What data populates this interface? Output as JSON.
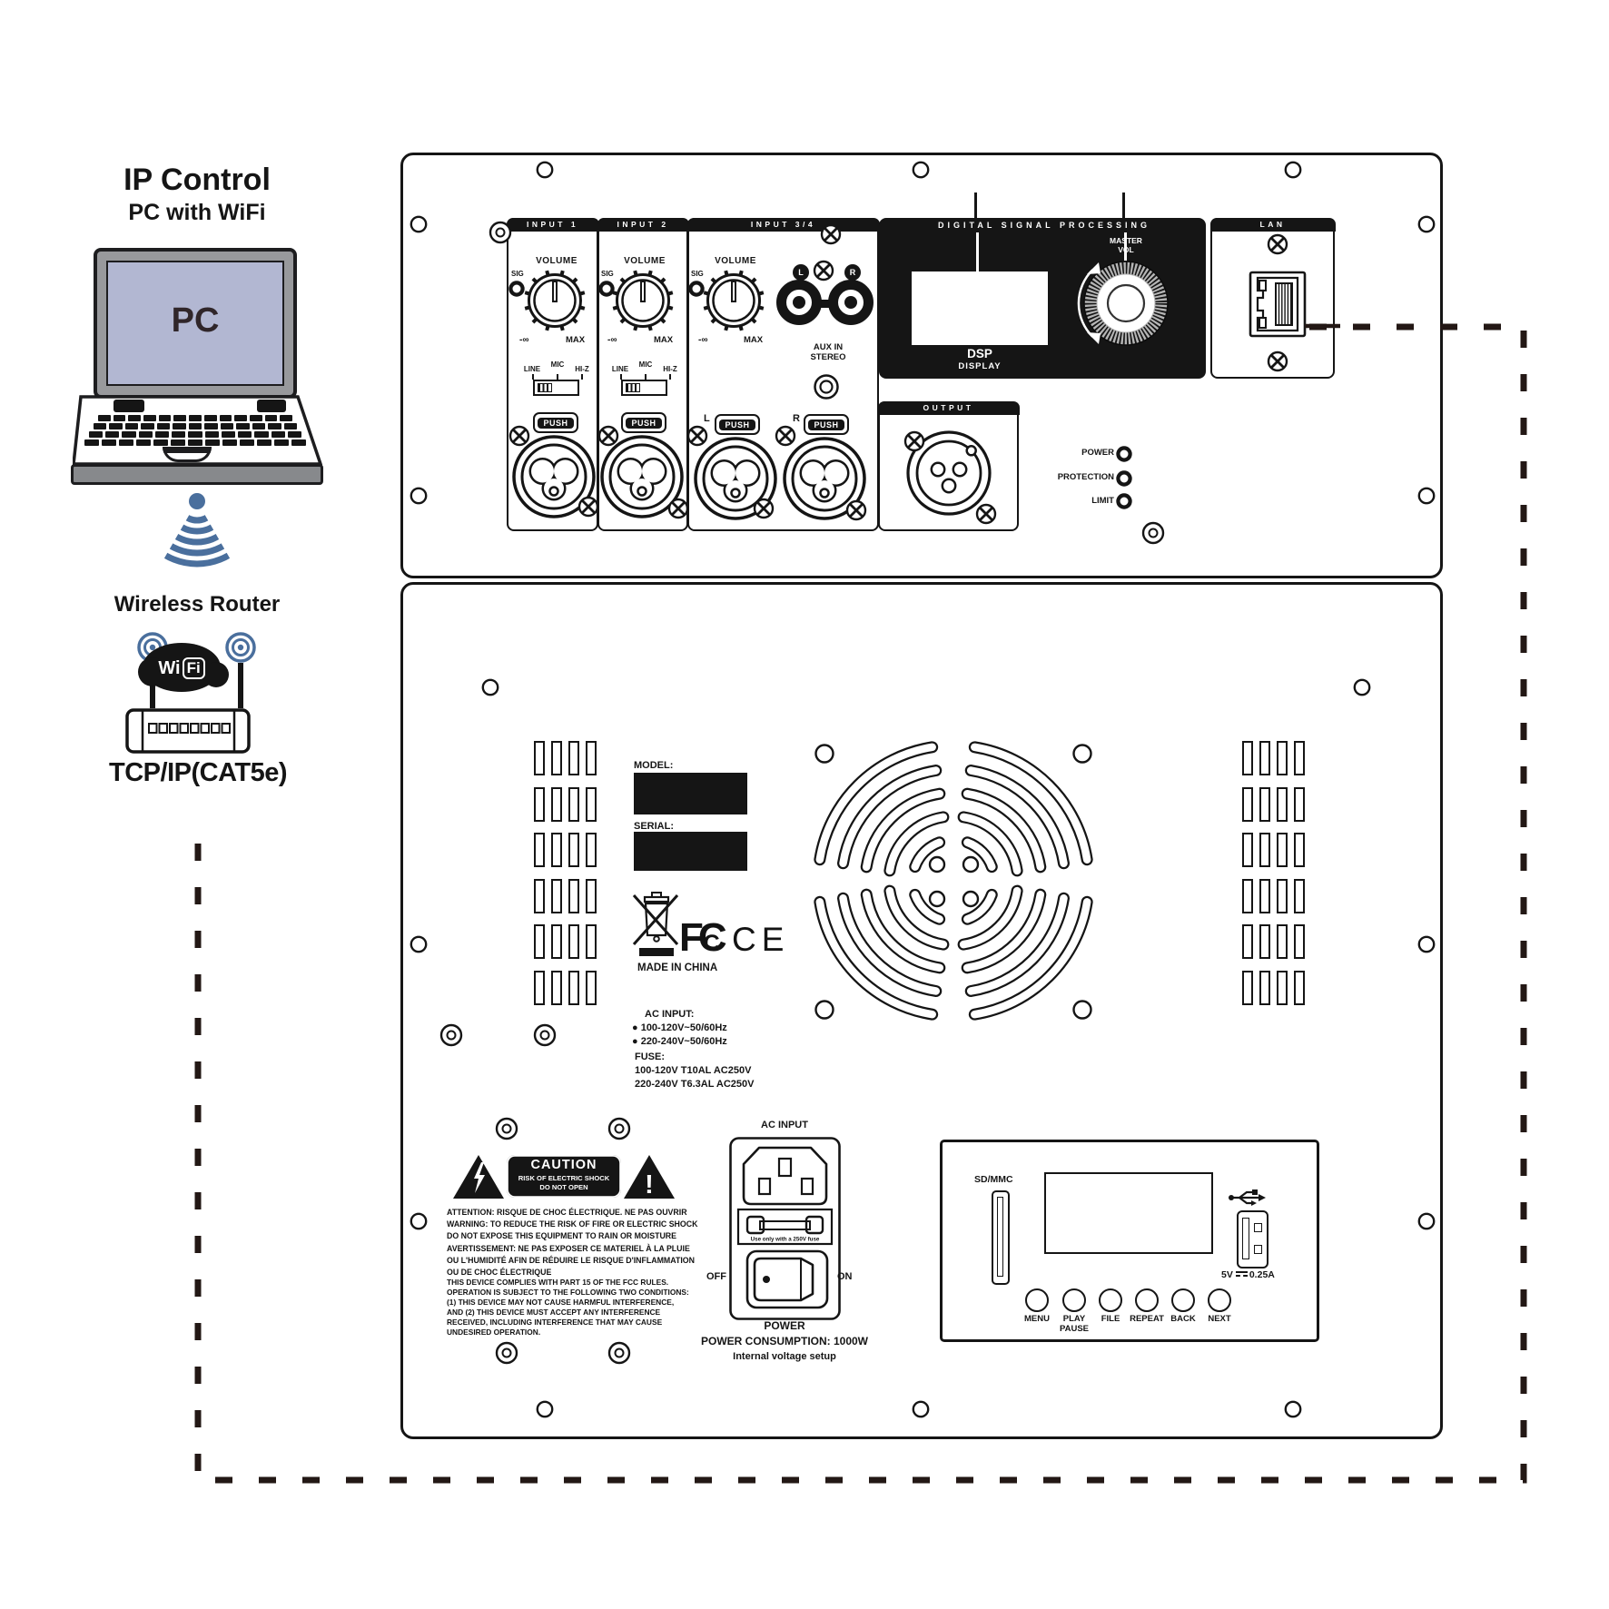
{
  "illustration": {
    "title": "IP Control",
    "subtitle": "PC with WiFi",
    "pc_label": "PC",
    "router_label": "Wireless Router",
    "wifi_badge_wi": "Wi",
    "wifi_badge_fi": "Fi",
    "connection_label": "TCP/IP(CAT5e)"
  },
  "top_panel": {
    "input1": {
      "header": "INPUT 1",
      "volume": "VOLUME",
      "sig": "SIG",
      "min": "-∞",
      "max": "MAX",
      "line": "LINE",
      "mic": "MIC",
      "hiz": "HI-Z",
      "push": "PUSH"
    },
    "input2": {
      "header": "INPUT 2",
      "volume": "VOLUME",
      "sig": "SIG",
      "min": "-∞",
      "max": "MAX",
      "line": "LINE",
      "mic": "MIC",
      "hiz": "HI-Z",
      "push": "PUSH"
    },
    "input34": {
      "header": "INPUT 3/4",
      "volume": "VOLUME",
      "sig": "SIG",
      "min": "-∞",
      "max": "MAX",
      "rca_l": "L",
      "rca_r": "R",
      "aux1": "AUX IN",
      "aux2": "STEREO",
      "xlr_l": "L",
      "xlr_r": "R",
      "push": "PUSH"
    },
    "dsp": {
      "header": "DIGITAL SIGNAL PROCESSING",
      "dsp": "DSP",
      "display": "DISPLAY",
      "master1": "MASTER",
      "master2": "VOL"
    },
    "lan": {
      "header": "LAN"
    },
    "output": {
      "header": "OUTPUT"
    },
    "leds": {
      "power": "POWER",
      "protection": "PROTECTION",
      "limit": "LIMIT"
    }
  },
  "bottom_panel": {
    "model_label": "MODEL:",
    "serial_label": "SERIAL:",
    "fcc_f": "F",
    "fcc_c1": "C",
    "fcc_c2": "C",
    "ce_c": "C",
    "ce_e": "E",
    "made_in": "MADE IN CHINA",
    "ac_title": "AC INPUT:",
    "ac_lines": [
      "● 100-120V~50/60Hz",
      "● 220-240V~50/60Hz"
    ],
    "fuse_title": "FUSE:",
    "fuse_lines": [
      "100-120V T10AL AC250V",
      "220-240V T6.3AL AC250V"
    ],
    "caution": {
      "title": "CAUTION",
      "sub1": "RISK OF ELECTRIC SHOCK",
      "sub2": "DO NOT OPEN",
      "bang": "!",
      "para1": [
        "ATTENTION: RISQUE DE CHOC ÉLECTRIQUE. NE PAS OUVRIR",
        "WARNING: TO REDUCE THE RISK OF FIRE OR ELECTRIC SHOCK",
        "DO NOT EXPOSE THIS EQUIPMENT TO RAIN OR MOISTURE"
      ],
      "para2": [
        "AVERTISSEMENT: NE PAS EXPOSER CE MATERIEL À LA PLUIE",
        "OU L'HUMIDITÉ AFIN DE RÉDUIRE LE RISQUE D'INFLAMMATION",
        "OU DE CHOC ÉLECTRIQUE"
      ],
      "para3": [
        "THIS DEVICE COMPLIES WITH PART 15 OF THE FCC RULES.",
        "OPERATION IS SUBJECT TO THE FOLLOWING TWO CONDITIONS:",
        "(1) THIS DEVICE MAY NOT CAUSE HARMFUL INTERFERENCE,",
        "AND (2) THIS DEVICE MUST ACCEPT ANY INTERFERENCE",
        "RECEIVED, INCLUDING INTERFERENCE THAT MAY CAUSE",
        "UNDESIRED OPERATION."
      ]
    },
    "power": {
      "title": "AC INPUT",
      "fuse_note": "Use only with a 250V fuse",
      "off": "OFF",
      "on": "ON",
      "power_label": "POWER",
      "consumption": "POWER CONSUMPTION: 1000W",
      "note": "Internal voltage setup"
    },
    "media": {
      "sd": "SD/MMC",
      "volt": "5V",
      "amp": "0.25A",
      "menu": "MENU",
      "play": "PLAY",
      "pause": "PAUSE",
      "file": "FILE",
      "repeat": "REPEAT",
      "back": "BACK",
      "next": "NEXT"
    }
  }
}
